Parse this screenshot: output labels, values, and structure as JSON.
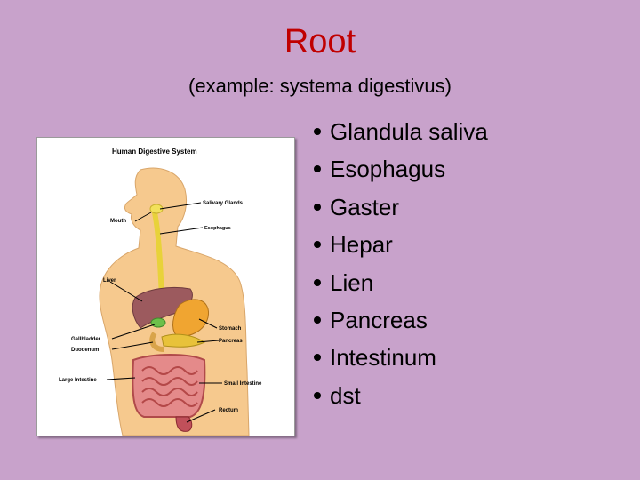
{
  "title": "Root",
  "subtitle": "(example: systema digestivus)",
  "diagram": {
    "heading": "Human Digestive System",
    "labels": {
      "salivary_glands": "Salivary Glands",
      "mouth": "Mouth",
      "esophagus": "Esophagus",
      "liver": "Liver",
      "stomach": "Stomach",
      "pancreas": "Pancreas",
      "gallbladder": "Gallbladder",
      "duodenum": "Duodenum",
      "large_intestine": "Large Intestine",
      "small_intestine": "Small Intestine",
      "rectum": "Rectum"
    }
  },
  "bullets": [
    "Glandula saliva",
    "Esophagus",
    "Gaster",
    "Hepar",
    "Lien",
    "Pancreas",
    "Intestinum",
    "dst"
  ]
}
